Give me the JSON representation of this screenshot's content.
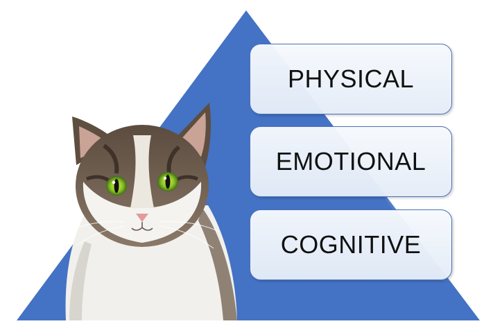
{
  "diagram": {
    "levels": [
      {
        "label": "PHYSICAL"
      },
      {
        "label": "EMOTIONAL"
      },
      {
        "label": "COGNITIVE"
      }
    ]
  },
  "colors": {
    "pyramid": "#4472c4",
    "box_border": "#4a72b8",
    "box_fill": "#eef3fa",
    "text": "#111111"
  },
  "icons": {
    "photo": "cat-photo"
  }
}
